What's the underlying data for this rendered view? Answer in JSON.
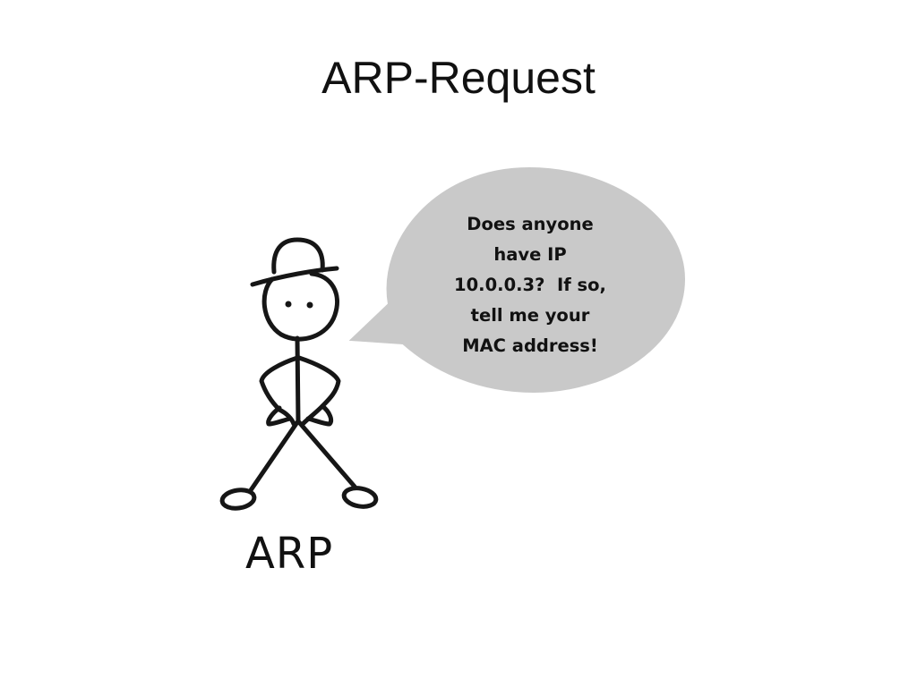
{
  "slide": {
    "title": "ARP-Request"
  },
  "speech_bubble": {
    "lines": [
      "Does anyone",
      "have IP",
      "10.0.0.3?  If so,",
      "tell me your",
      "MAC address!"
    ],
    "fill_color": "#c9c9c9"
  },
  "character": {
    "label": "ARP",
    "icon": "stick-figure-with-hat-icon"
  }
}
